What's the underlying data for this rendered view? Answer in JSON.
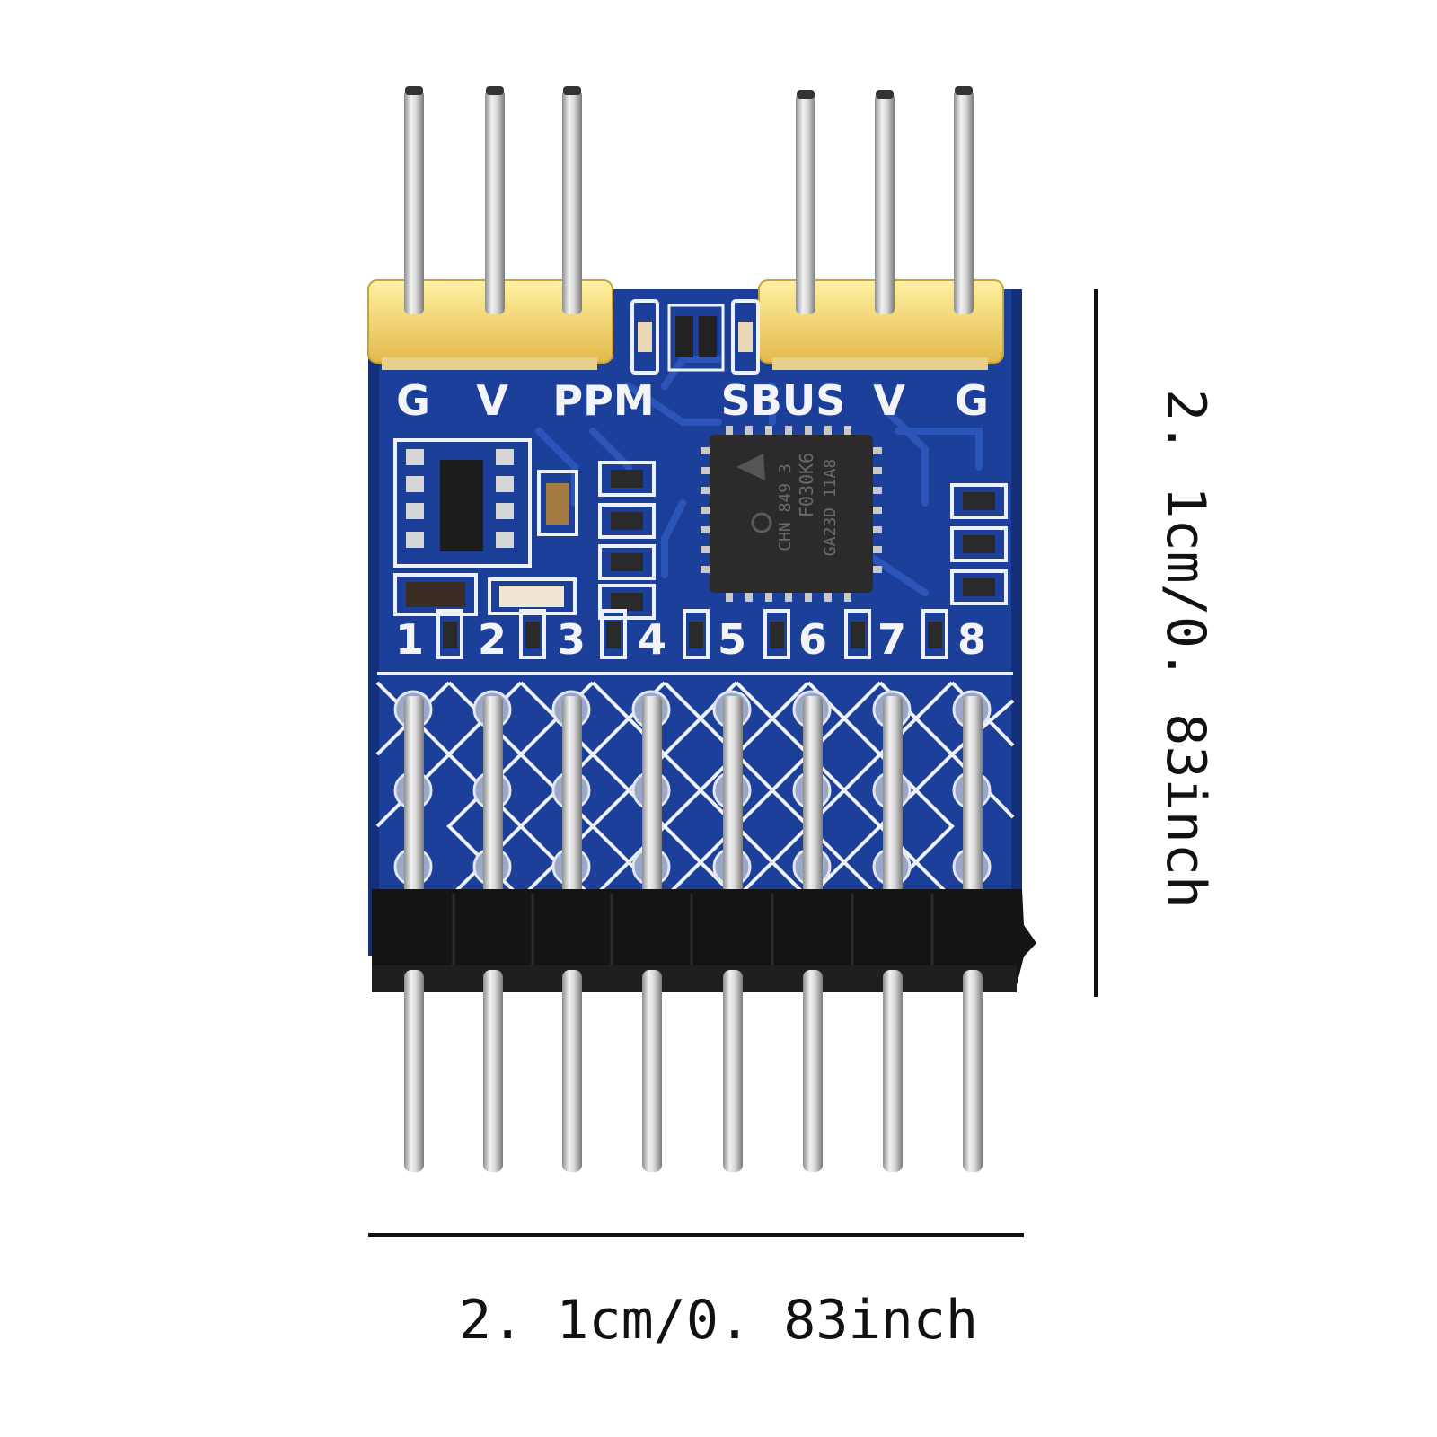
{
  "board": {
    "top_labels": [
      "G",
      "V",
      "PPM",
      "SBUS",
      "V",
      "G"
    ],
    "channel_labels": [
      "1",
      "2",
      "3",
      "4",
      "5",
      "6",
      "7",
      "8"
    ],
    "chip_marking": [
      "F030K6",
      "GA23D 11A8",
      "CHN 849 3"
    ],
    "colors": {
      "pcb": "#1c3f99",
      "pcb_dark": "#15307a",
      "silkscreen": "#eef1f6",
      "header_top": "#f0d267",
      "header_bottom": "#151515",
      "pin": "#cfcfcf",
      "chip": "#2b2b2b"
    }
  },
  "dimensions": {
    "horizontal": "2. 1cm/0. 83inch",
    "vertical": "2. 1cm/0. 83inch"
  }
}
